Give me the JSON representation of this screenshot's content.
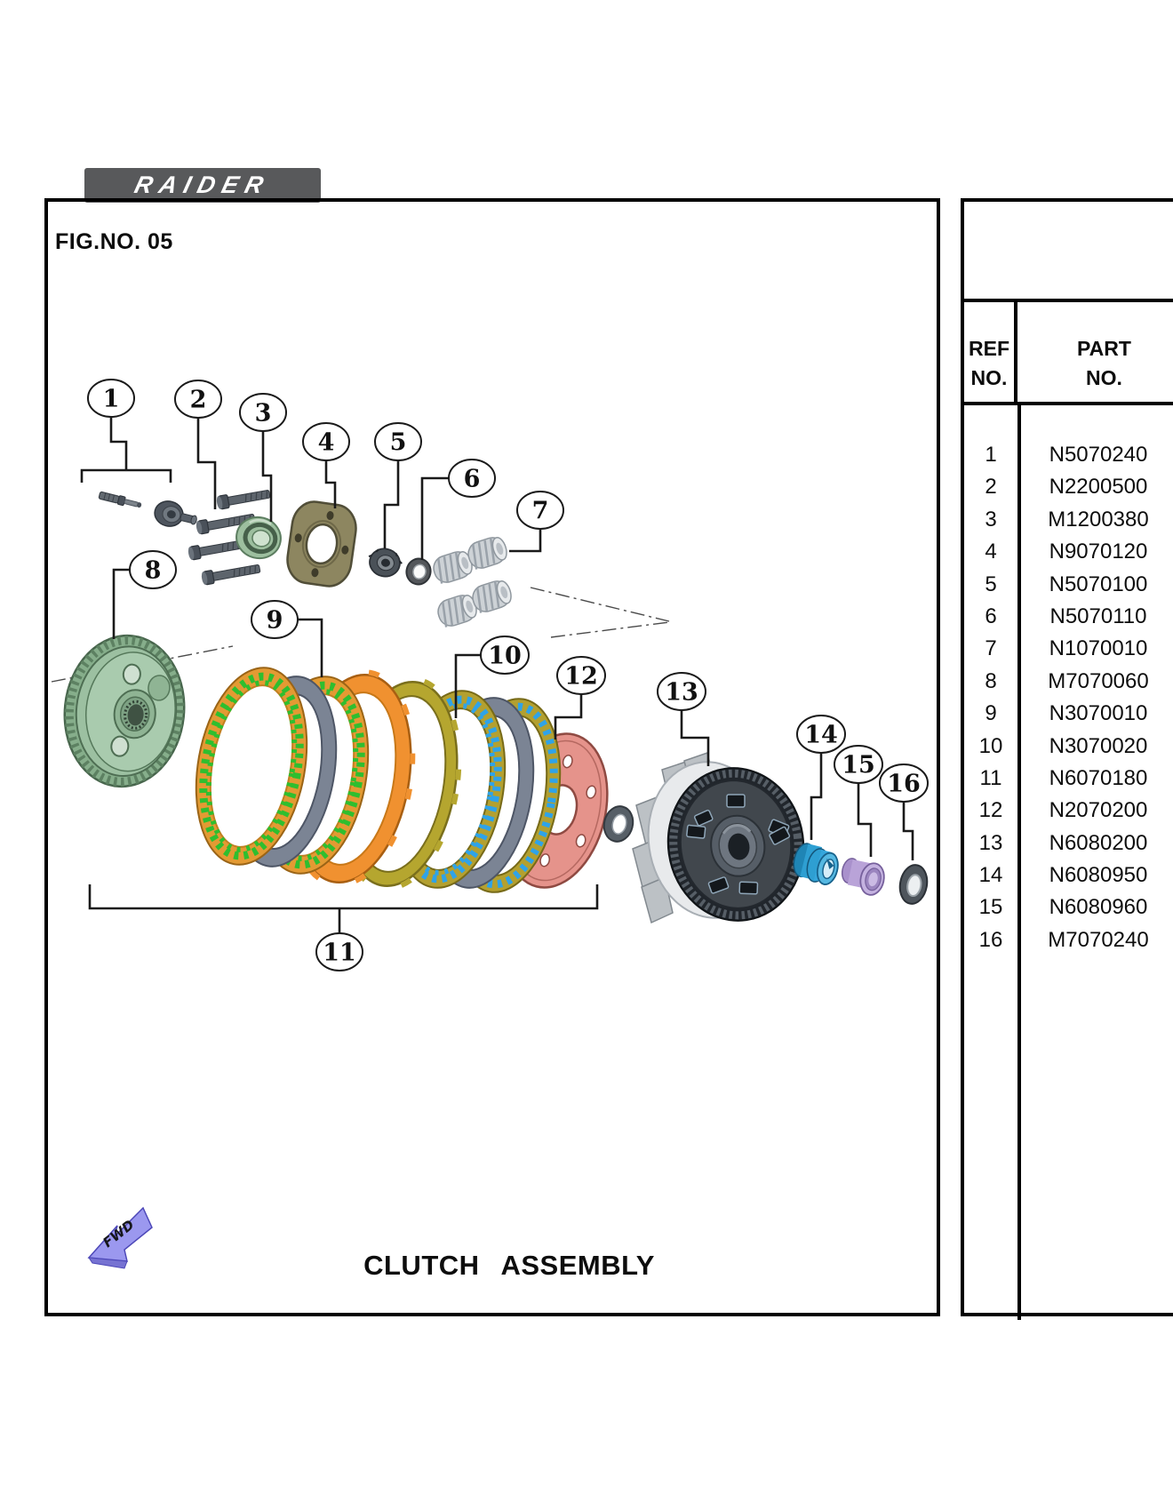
{
  "page": {
    "brand": "RAIDER",
    "fig_label": "FIG.NO. 05",
    "title": "CLUTCH  ASSEMBLY",
    "fwd_label": "FWD"
  },
  "table": {
    "ref_h1": "REF",
    "ref_h2": "NO.",
    "part_h1": "PART",
    "part_h2": "NO."
  },
  "parts": [
    {
      "ref": "1",
      "part": "N5070240"
    },
    {
      "ref": "2",
      "part": "N2200500"
    },
    {
      "ref": "3",
      "part": "M1200380"
    },
    {
      "ref": "4",
      "part": "N9070120"
    },
    {
      "ref": "5",
      "part": "N5070100"
    },
    {
      "ref": "6",
      "part": "N5070110"
    },
    {
      "ref": "7",
      "part": "N1070010"
    },
    {
      "ref": "8",
      "part": "M7070060"
    },
    {
      "ref": "9",
      "part": "N3070010"
    },
    {
      "ref": "10",
      "part": "N3070020"
    },
    {
      "ref": "11",
      "part": "N6070180"
    },
    {
      "ref": "12",
      "part": "N2070200"
    },
    {
      "ref": "13",
      "part": "N6080200"
    },
    {
      "ref": "14",
      "part": "N6080950"
    },
    {
      "ref": "15",
      "part": "N6080960"
    },
    {
      "ref": "16",
      "part": "M7070240"
    }
  ],
  "callouts": [
    {
      "label": "1"
    },
    {
      "label": "2"
    },
    {
      "label": "3"
    },
    {
      "label": "4"
    },
    {
      "label": "5"
    },
    {
      "label": "6"
    },
    {
      "label": "7"
    },
    {
      "label": "8"
    },
    {
      "label": "9"
    },
    {
      "label": "10"
    },
    {
      "label": "11"
    },
    {
      "label": "12"
    },
    {
      "label": "13"
    },
    {
      "label": "14"
    },
    {
      "label": "15"
    },
    {
      "label": "16"
    }
  ],
  "colors": {
    "logo_gray": "#58595b",
    "hub_green": "#a9cbae",
    "friction_green": "#2fbe2f",
    "plate_orange": "#f09130",
    "plate_olive": "#b5a62f",
    "friction_blue": "#2fa3e8",
    "pressure_plate_pink": "#e5938b",
    "basket_gray": "#41474d",
    "bushing_blue": "#35a6dc",
    "spacer_purple": "#b9a3d8",
    "fwd_arrow_purple": "#9b98ef"
  }
}
